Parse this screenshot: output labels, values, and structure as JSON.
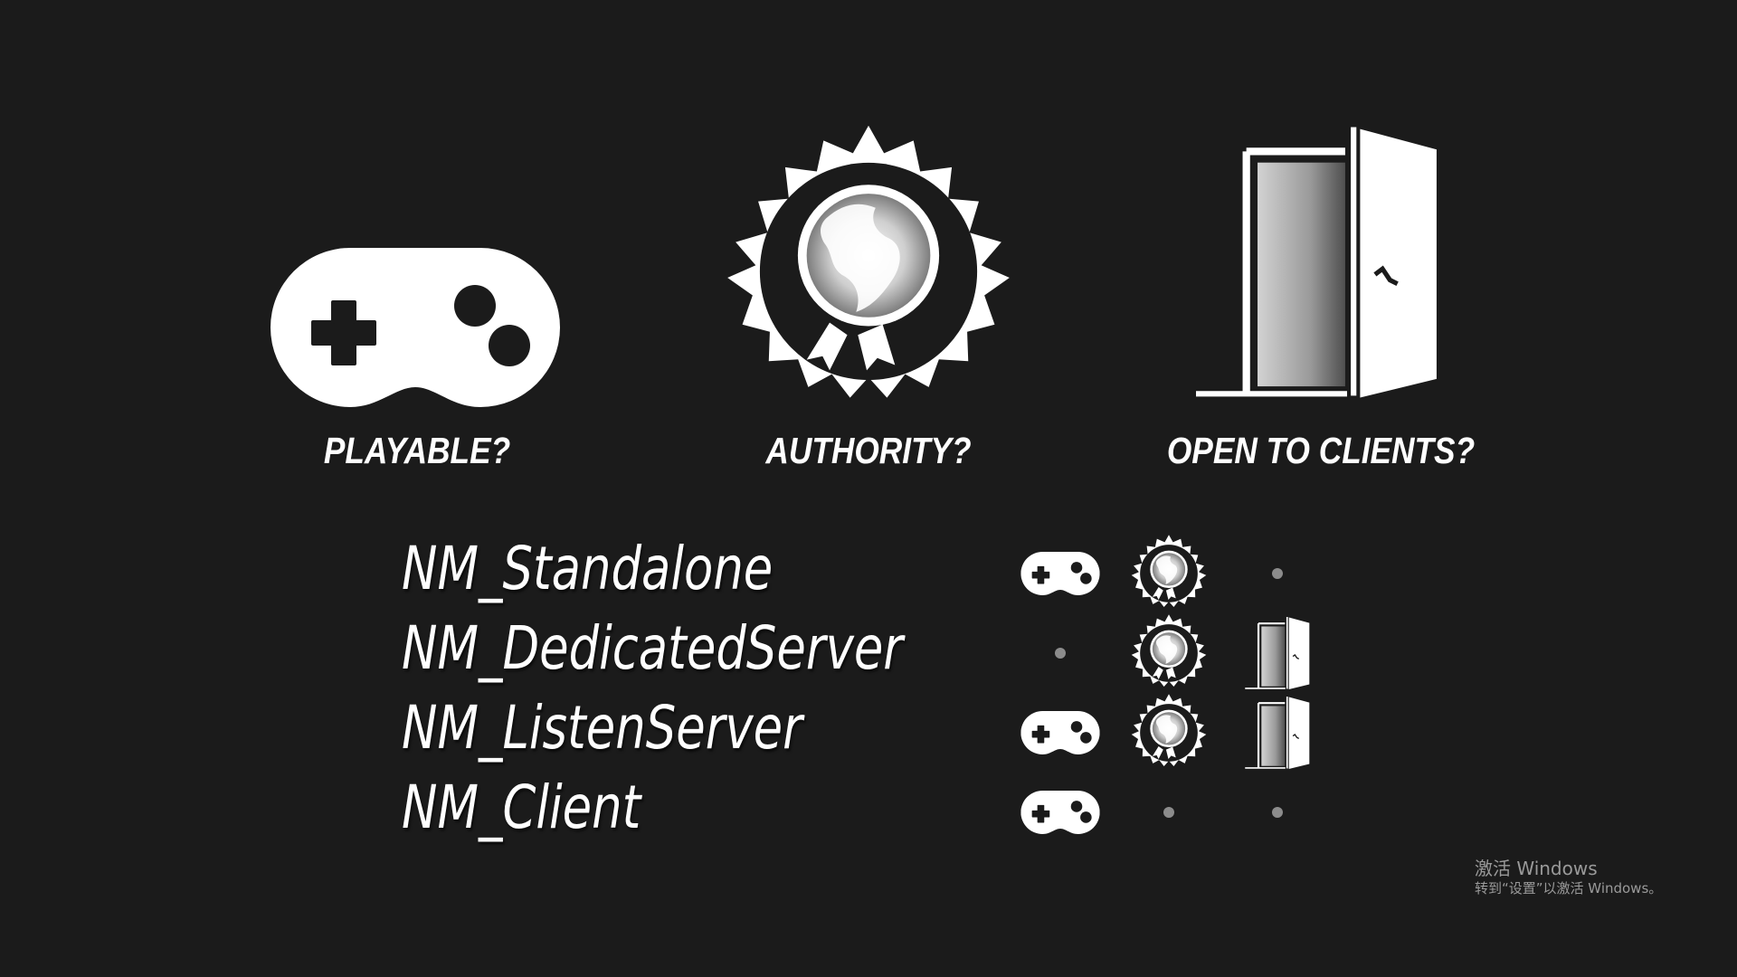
{
  "headers": [
    {
      "icon": "gamepad-icon",
      "label": "PLAYABLE?"
    },
    {
      "icon": "authority-seal-icon",
      "label": "AUTHORITY?"
    },
    {
      "icon": "open-door-icon",
      "label": "OPEN TO CLIENTS?"
    }
  ],
  "modes": [
    {
      "name": "NM_Standalone",
      "playable": true,
      "authority": true,
      "open_to_clients": false
    },
    {
      "name": "NM_DedicatedServer",
      "playable": false,
      "authority": true,
      "open_to_clients": true
    },
    {
      "name": "NM_ListenServer",
      "playable": true,
      "authority": true,
      "open_to_clients": true
    },
    {
      "name": "NM_Client",
      "playable": true,
      "authority": false,
      "open_to_clients": false
    }
  ],
  "watermark": {
    "line1": "激活 Windows",
    "line2": "转到“设置”以激活 Windows。"
  },
  "colors": {
    "background": "#1b1b1b",
    "foreground": "#ffffff",
    "empty_dot": "#8c8c8c"
  }
}
